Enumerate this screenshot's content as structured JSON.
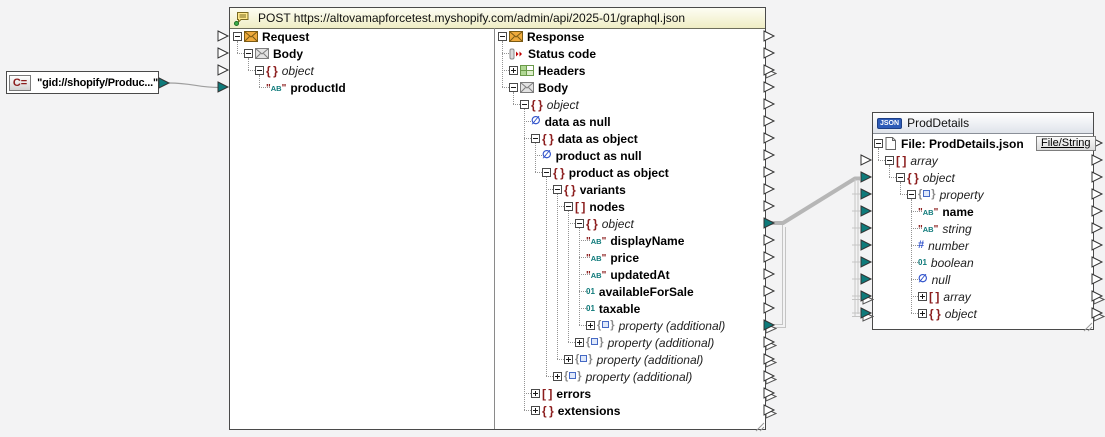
{
  "colors": {
    "connected_teal": "#0e7a7a",
    "brace_maroon": "#8b1c1c",
    "type_blue": "#3355cc",
    "envelope_orange": "#efaa3c",
    "wire_gray": "#b6b6b6",
    "canvas_bg": "#f3f3f4"
  },
  "constant": {
    "badge": "C=",
    "value": "\"gid://shopify/Produc...\""
  },
  "post": {
    "title": "POST https://altovamapforcetest.myshopify.com/admin/api/2025-01/graphql.json",
    "request_rows": [
      {
        "label": "Request",
        "depth": 0,
        "icon": "envelope-orange",
        "exp": "open",
        "bold": true,
        "in": "white"
      },
      {
        "label": "Body",
        "depth": 1,
        "icon": "envelope-gray",
        "exp": "open",
        "bold": true,
        "in": "white"
      },
      {
        "label": "object",
        "depth": 2,
        "icon": "object-braces",
        "exp": "open",
        "italic": true,
        "in": "white"
      },
      {
        "label": "productId",
        "depth": 3,
        "icon": "string-ab",
        "bold": true,
        "in": "teal"
      }
    ],
    "response_rows": [
      {
        "label": "Response",
        "depth": 0,
        "icon": "envelope-orange",
        "exp": "open",
        "bold": true,
        "out": "white"
      },
      {
        "label": "Status code",
        "depth": 1,
        "icon": "status-code",
        "bold": true,
        "out": "white"
      },
      {
        "label": "Headers",
        "depth": 1,
        "icon": "headers-table",
        "exp": "closed",
        "bold": true,
        "out": "white",
        "out_double": true
      },
      {
        "label": "Body",
        "depth": 1,
        "icon": "envelope-gray",
        "exp": "open",
        "bold": true,
        "out": "white"
      },
      {
        "label": "object",
        "depth": 2,
        "icon": "object-braces",
        "exp": "open",
        "italic": true,
        "out": "white"
      },
      {
        "label": "data as null",
        "depth": 3,
        "icon": "null-empty",
        "bold": true,
        "out": "white"
      },
      {
        "label": "data as object",
        "depth": 3,
        "icon": "object-braces",
        "exp": "open",
        "bold": true,
        "out": "white"
      },
      {
        "label": "product as null",
        "depth": 4,
        "icon": "null-empty",
        "bold": true,
        "out": "white"
      },
      {
        "label": "product as object",
        "depth": 4,
        "icon": "object-braces",
        "exp": "open",
        "bold": true,
        "out": "white"
      },
      {
        "label": "variants",
        "depth": 5,
        "icon": "object-braces",
        "exp": "open",
        "bold": true,
        "out": "white"
      },
      {
        "label": "nodes",
        "depth": 6,
        "icon": "array-brackets",
        "exp": "open",
        "bold": true,
        "out": "white"
      },
      {
        "label": "object",
        "depth": 7,
        "icon": "object-braces",
        "exp": "open",
        "italic": true,
        "out": "teal"
      },
      {
        "label": "displayName",
        "depth": 8,
        "icon": "string-ab",
        "bold": true,
        "out": "white"
      },
      {
        "label": "price",
        "depth": 8,
        "icon": "string-ab",
        "bold": true,
        "out": "white"
      },
      {
        "label": "updatedAt",
        "depth": 8,
        "icon": "string-ab",
        "bold": true,
        "out": "white"
      },
      {
        "label": "availableForSale",
        "depth": 8,
        "icon": "boolean-01",
        "bold": true,
        "out": "white"
      },
      {
        "label": "taxable",
        "depth": 8,
        "icon": "boolean-01",
        "bold": true,
        "out": "white"
      },
      {
        "label": "property (additional)",
        "depth": 8,
        "icon": "property-braces",
        "exp": "closed",
        "italic": true,
        "out": "teal",
        "out_double": true
      },
      {
        "label": "property (additional)",
        "depth": 7,
        "icon": "property-braces",
        "exp": "closed",
        "italic": true,
        "out": "white",
        "out_double": true
      },
      {
        "label": "property (additional)",
        "depth": 6,
        "icon": "property-braces",
        "exp": "closed",
        "italic": true,
        "out": "white",
        "out_double": true
      },
      {
        "label": "property (additional)",
        "depth": 5,
        "icon": "property-braces",
        "exp": "closed",
        "italic": true,
        "out": "white",
        "out_double": true
      },
      {
        "label": "errors",
        "depth": 3,
        "icon": "array-brackets",
        "exp": "closed",
        "bold": true,
        "out": "white",
        "out_double": true
      },
      {
        "label": "extensions",
        "depth": 3,
        "icon": "object-braces",
        "exp": "closed",
        "bold": true,
        "out": "white",
        "out_double": true
      }
    ]
  },
  "proddetails": {
    "badge": "JSON",
    "title": "ProdDetails",
    "file_button": "File/String",
    "rows": [
      {
        "label": "File: ProdDetails.json",
        "depth": 0,
        "icon": "file-page",
        "exp": "open",
        "bold": true,
        "out": "white"
      },
      {
        "label": "array",
        "depth": 1,
        "icon": "array-brackets",
        "exp": "open",
        "italic": true,
        "in": "white",
        "out": "white"
      },
      {
        "label": "object",
        "depth": 2,
        "icon": "object-braces",
        "exp": "open",
        "italic": true,
        "in": "teal",
        "out": "white"
      },
      {
        "label": "property",
        "depth": 3,
        "icon": "property-braces",
        "exp": "open",
        "italic": true,
        "in": "teal",
        "out": "white"
      },
      {
        "label": "name",
        "depth": 4,
        "icon": "string-ab",
        "bold": true,
        "in": "teal",
        "out": "white"
      },
      {
        "label": "string",
        "depth": 4,
        "icon": "string-ab",
        "italic": true,
        "in": "teal",
        "out": "white"
      },
      {
        "label": "number",
        "depth": 4,
        "icon": "number-hash",
        "italic": true,
        "in": "teal",
        "out": "white"
      },
      {
        "label": "boolean",
        "depth": 4,
        "icon": "boolean-01",
        "italic": true,
        "in": "teal",
        "out": "white"
      },
      {
        "label": "null",
        "depth": 4,
        "icon": "null-empty",
        "italic": true,
        "in": "teal",
        "out": "white"
      },
      {
        "label": "array",
        "depth": 4,
        "icon": "array-brackets",
        "exp": "closed",
        "italic": true,
        "in": "teal",
        "in_double": true,
        "out": "white",
        "out_double": true
      },
      {
        "label": "object",
        "depth": 4,
        "icon": "object-braces",
        "exp": "closed",
        "italic": true,
        "in": "teal",
        "in_double": true,
        "out": "white",
        "out_double": true
      }
    ]
  }
}
